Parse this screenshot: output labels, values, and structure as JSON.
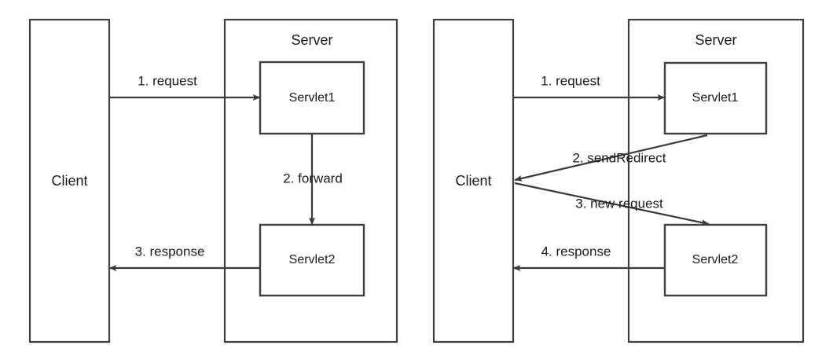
{
  "page": {
    "title": "Servlet forward vs sendRedirect comparison diagram",
    "background_color": "#ffffff",
    "stroke_color": "#404040",
    "text_color": "#1a1a1a"
  },
  "diagrams": [
    {
      "id": "forward-diagram",
      "client": {
        "label": "Client"
      },
      "server": {
        "label": "Server"
      },
      "servlets": [
        {
          "label": "Servlet1"
        },
        {
          "label": "Servlet2"
        }
      ],
      "arrows": [
        {
          "label": "1. request"
        },
        {
          "label": "2. forward"
        },
        {
          "label": "3. response"
        }
      ]
    },
    {
      "id": "sendredirect-diagram",
      "client": {
        "label": "Client"
      },
      "server": {
        "label": "Server"
      },
      "servlets": [
        {
          "label": "Servlet1"
        },
        {
          "label": "Servlet2"
        }
      ],
      "arrows": [
        {
          "label": "1. request"
        },
        {
          "label": "2. sendRedirect"
        },
        {
          "label": "3. new request"
        },
        {
          "label": "4. response"
        }
      ]
    }
  ]
}
